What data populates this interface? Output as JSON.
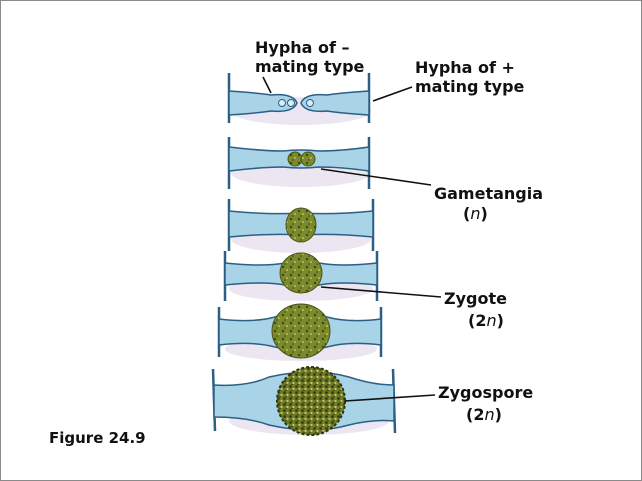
{
  "figure_label": "Figure 24.9",
  "labels": {
    "minus_hypha": {
      "line1": "Hypha of –",
      "line2": "mating type"
    },
    "plus_hypha": {
      "line1": "Hypha of +",
      "line2": "mating type"
    },
    "gametangia": {
      "name": "Gametangia",
      "ploidy_open": "(",
      "ploidy_n": "n",
      "ploidy_close": ")"
    },
    "zygote": {
      "name": "Zygote",
      "ploidy_open": "(2",
      "ploidy_n": "n",
      "ploidy_close": ")"
    },
    "zygospore": {
      "name": "Zygospore",
      "ploidy_open": "(2",
      "ploidy_n": "n",
      "ploidy_close": ")"
    }
  },
  "colors": {
    "hypha_fill": "#a9d3e6",
    "hypha_outline": "#2b5f86",
    "gametangia_fill": "#7d8a2e",
    "zygospore_fill": "#6e7a26",
    "shadow": "#ece6f2",
    "text": "#111111",
    "frame": "#8a8a8a"
  }
}
